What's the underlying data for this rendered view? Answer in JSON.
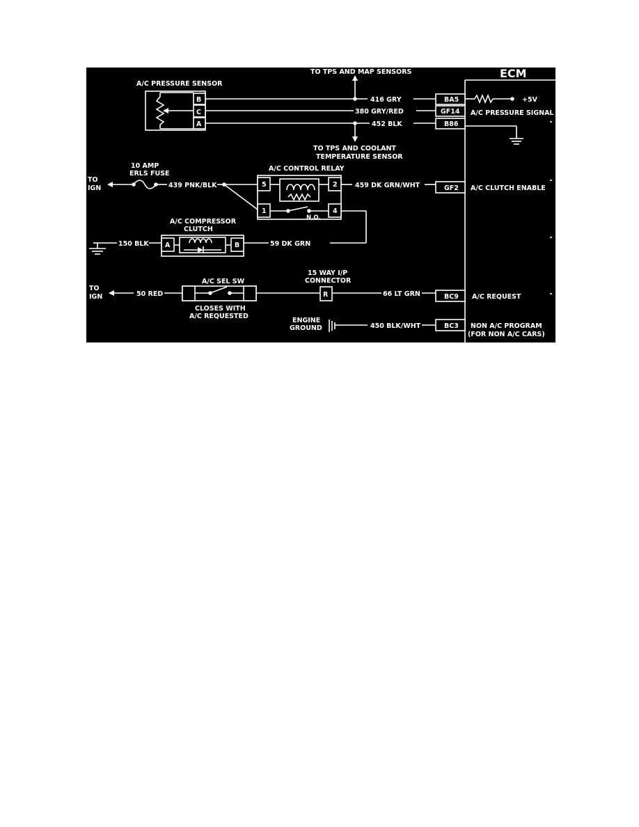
{
  "colors": {
    "background": "#000000",
    "ink": "#ffffff",
    "page": "#ffffff"
  },
  "ecm": {
    "title": "ECM"
  },
  "top_note": "TO TPS AND MAP SENSORS",
  "bottom_note": [
    "TO TPS AND COOLANT",
    "TEMPERATURE SENSOR"
  ],
  "pressure_sensor": {
    "label": "A/C PRESSURE SENSOR",
    "pins": [
      "B",
      "C",
      "A"
    ]
  },
  "wires": {
    "w416": "416 GRY",
    "w380": "380 GRY/RED",
    "w452": "452 BLK",
    "w439": "439 PNK/BLK",
    "w459": "459 DK GRN/WHT",
    "w150": "150 BLK",
    "w59": "59 DK GRN",
    "w50": "50 RED",
    "w66": "66 LT GRN",
    "w450": "450 BLK/WHT"
  },
  "ecm_pins": {
    "ba5": "BA5",
    "gf14": "GF14",
    "b86": "B86",
    "gf2": "GF2",
    "bc9": "BC9",
    "bc3": "BC3"
  },
  "ecm_signals": {
    "plus5v": "+5V",
    "pressure_signal": "A/C PRESSURE SIGNAL",
    "clutch_enable": "A/C CLUTCH ENABLE",
    "request": "A/C REQUEST",
    "non_ac": [
      "NON A/C PROGRAM",
      "(FOR NON A/C CARS)"
    ]
  },
  "fuse": {
    "label": [
      "10 AMP",
      "ERLS FUSE"
    ]
  },
  "to_ign": [
    "TO",
    "IGN"
  ],
  "relay": {
    "label": "A/C CONTROL RELAY",
    "pins": [
      "5",
      "2",
      "1",
      "4"
    ],
    "no_label": "N.O."
  },
  "clutch": {
    "label": [
      "A/C COMPRESSOR",
      "CLUTCH"
    ],
    "pins": [
      "A",
      "B"
    ]
  },
  "sel_sw": {
    "label": "A/C SEL SW",
    "note": [
      "CLOSES WITH",
      "A/C REQUESTED"
    ]
  },
  "ip_connector": {
    "label": [
      "15 WAY I/P",
      "CONNECTOR"
    ],
    "pin": "R"
  },
  "engine_ground": [
    "ENGINE",
    "GROUND"
  ]
}
